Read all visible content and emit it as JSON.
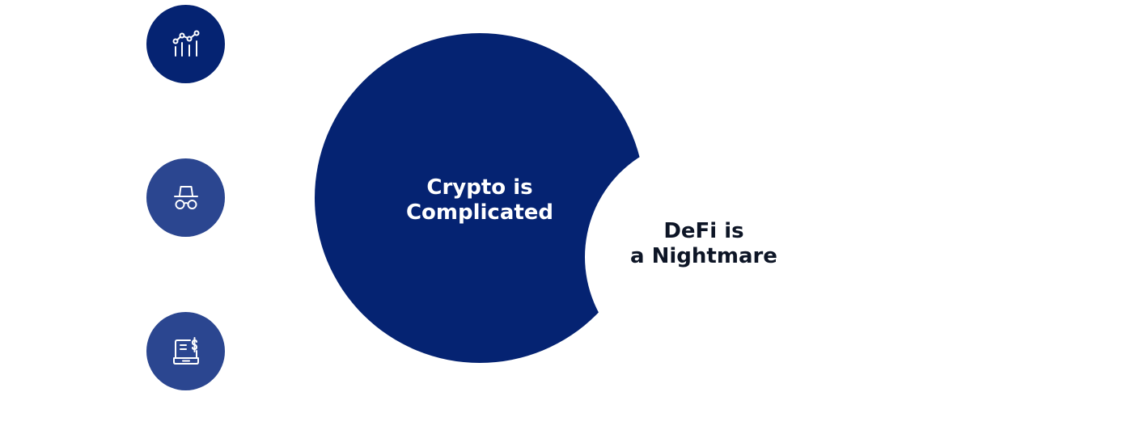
{
  "colors": {
    "primary_circle": "#052372",
    "icon_circle_1": "#052372",
    "icon_circle_2": "#2B4690",
    "icon_circle_3": "#2B4690",
    "primary_text": "#ffffff",
    "secondary_text": "#0d1526",
    "background": "#ffffff",
    "icon_stroke": "#ffffff"
  },
  "side_icons": [
    {
      "icon": "analytics-chart-icon"
    },
    {
      "icon": "incognito-spy-icon"
    },
    {
      "icon": "laptop-payment-icon"
    }
  ],
  "primary_circle": {
    "line1": "Crypto is",
    "line2": "Complicated"
  },
  "secondary_circle": {
    "line1": "DeFi is",
    "line2": "a Nightmare"
  }
}
